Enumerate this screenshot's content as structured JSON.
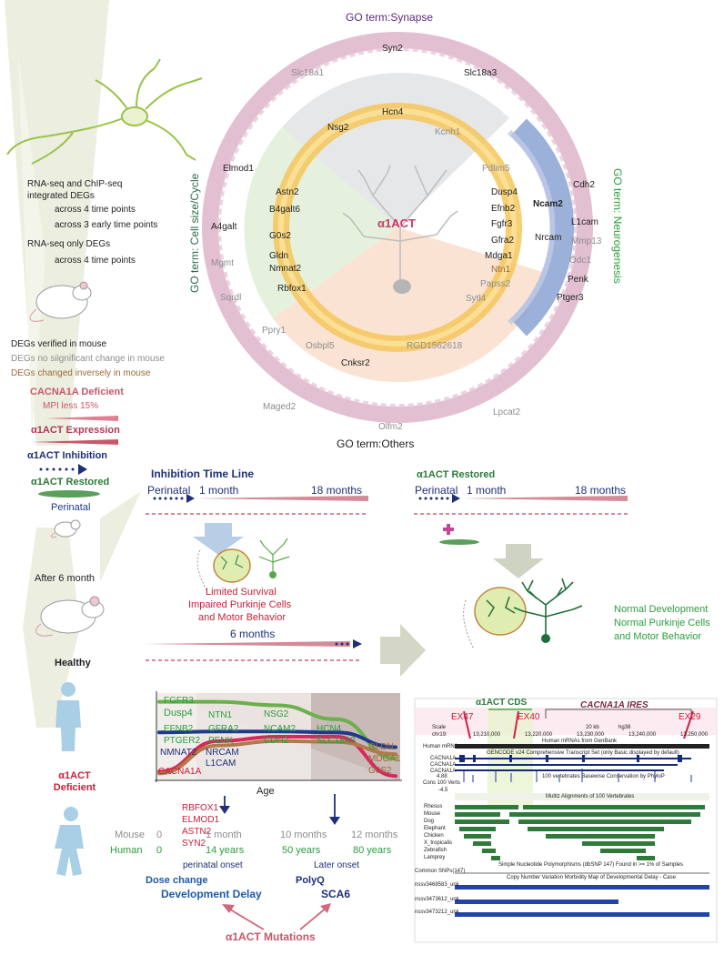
{
  "go_terms": {
    "synapse": "GO term:Synapse",
    "cell_size": "GO term: Cell size/Cycle",
    "neurogenesis": "GO term: Neurogenesis",
    "others": "GO term:Others"
  },
  "center_label": "α1ACT",
  "genes": {
    "syn2": "Syn2",
    "slc18a1": "Slc18a1",
    "slc18a3": "Slc18a3",
    "hcn4": "Hcn4",
    "nsg2": "Nsg2",
    "kcnh1": "Kcnh1",
    "elmod1": "Elmod1",
    "pdlim5": "Pdlim5",
    "cdh2": "Cdh2",
    "astn2": "Astn2",
    "b4galt6": "B4galt6",
    "dusp4": "Dusp4",
    "ncam2": "Ncam2",
    "efnb2": "Efnb2",
    "fgfr3": "Fgfr3",
    "l1cam": "L1cam",
    "a4galt": "A4galt",
    "g0s2": "G0s2",
    "nrcam": "Nrcam",
    "gfra2": "Gfra2",
    "mmp13": "Mmp13",
    "mgmt": "Mgmt",
    "gldn": "Gldn",
    "nmnat2": "Nmnat2",
    "mdga1": "Mdga1",
    "odc1": "Odc1",
    "ntn1": "Ntn1",
    "rbfox1": "Rbfox1",
    "papss2": "Papss2",
    "penk": "Penk",
    "sqrdl": "Sqrdl",
    "sytl4": "Sytl4",
    "ptger3": "Ptger3",
    "ppry1": "Ppry1",
    "osbpl5": "Osbpl5",
    "rgd": "RGD1562618",
    "cnksr2": "Cnksr2",
    "maged2": "Maged2",
    "olfm2": "Olfm2",
    "lpcat2": "Lpcat2"
  },
  "legend": {
    "integrated": "RNA-seq and ChIP-seq integrated DEGs",
    "across4": "across 4 time points",
    "across3": "across 3 early time points",
    "rnaonly": "RNA-seq only DEGs",
    "across4b": "across 4 time points",
    "verified": "DEGs  verified in mouse",
    "nochange": "DEGs no siignificant change in mouse",
    "inverse": "DEGs changed inversely in mouse"
  },
  "left_panel": {
    "cacna1a_deficient": "CACNA1A Deficient",
    "mpi": "MPI less 15%",
    "expression": "α1ACT Expression",
    "inhibition": "α1ACT Inhibition",
    "restored": "α1ACT Restored",
    "perinatal": "Perinatal",
    "after6": "After 6 month",
    "healthy": "Healthy",
    "deficient": "α1ACT Deficient"
  },
  "timeline": {
    "title": "Inhibition Time Line",
    "perinatal": "Perinatal",
    "one_month": "1 month",
    "eighteen": "18 months",
    "restored_title": "α1ACT Restored",
    "perinatal2": "Perinatal",
    "one_month2": "1 month",
    "eighteen2": "18 months",
    "limited": [
      "Limited Survival",
      "Impaired Purkinje Cells",
      "and Motor Behavior"
    ],
    "normal": [
      "Normal Development",
      "Normal Purkinje Cells",
      "and Motor Behavior"
    ],
    "six_months": "6 months"
  },
  "chart_data": {
    "type": "line",
    "title": "",
    "xlabel": "Age",
    "ylabel": "",
    "x_rows": [
      {
        "label": "Mouse",
        "ticks": [
          "0",
          "1 month",
          "10 months",
          "12 months"
        ]
      },
      {
        "label": "Human",
        "ticks": [
          "0",
          "14 years",
          "50 years",
          "80 years"
        ]
      }
    ],
    "gene_labels": {
      "green": [
        "FGFR3",
        "Dusp4",
        "EFNB2",
        "PTGER2",
        "NTN1",
        "GFRA2",
        "PENK",
        "NSG2",
        "NCAM2",
        "CDH2",
        "HCN4",
        "SLC18A3"
      ],
      "navy": [
        "NMNAT2",
        "NRCAM",
        "L1CAM"
      ],
      "red": [
        "CACNA1A",
        "RBFOX1",
        "ELMOD1",
        "ASTN2",
        "SYN2"
      ],
      "brown": [
        "GLDN",
        "MDGA1",
        "G0S2"
      ]
    },
    "series": [
      {
        "color": "#6ab04c",
        "values": [
          0.9,
          0.9,
          0.86,
          0.7,
          0.25
        ]
      },
      {
        "color": "#1f3a8a",
        "values": [
          0.55,
          0.56,
          0.56,
          0.55,
          0.38
        ]
      },
      {
        "color": "#d6285a",
        "values": [
          0.1,
          0.45,
          0.5,
          0.5,
          0.05
        ]
      },
      {
        "color": "#b07a4a",
        "values": [
          0.08,
          0.4,
          0.45,
          0.44,
          0.3
        ]
      }
    ]
  },
  "outcomes": {
    "perinatal_onset": "perinatal onset",
    "later_onset": "Later onset",
    "dose_change": "Dose change",
    "polyq": "PolyQ",
    "dev_delay": "Development Delay",
    "sca6": "SCA6",
    "mutations": "α1ACT  Mutations"
  },
  "browser": {
    "cds": "α1ACT CDS",
    "ex47": "EX47",
    "ex40": "EX40",
    "ires": "CACNA1A IRES",
    "ex29": "EX29",
    "scale": "Scale",
    "chr": "chr19:",
    "kb": "20 kb",
    "hg": "hg38",
    "pos1": "13,210,000",
    "pos2": "13,220,000",
    "pos3": "13,230,000",
    "pos4": "13,240,000",
    "pos5": "13,250,000",
    "human_mrnas_track": "Human mRNAs from GenBank",
    "human_mrnas": "Human mRNAs",
    "gencode": "GENCODE v24 Comprehensive Transcript Set (only Basic displayed by default)",
    "cacna1a_a": "CACNA1A",
    "cacna1a_b": "CACNA1A",
    "cacna1a_c": "CACNA1A",
    "cons_val": "4.88",
    "cons_title": "100 vertebrates Basewise Conservation by PhyloP",
    "cons": "Cons 100 Verts",
    "cons_neg": "-4.5",
    "multiz": "Multiz Alignments of 100 Vertebrates",
    "species": [
      "Rhesus",
      "Mouse",
      "Dog",
      "Elephant",
      "Chicken",
      "X_tropicalis",
      "Zebrafish",
      "Lamprey"
    ],
    "snp_title": "Simple Nucleotide Polymorphisms (dbSNP 147) Found in >= 1% of Samples",
    "snp": "Common SNPs(147)",
    "cnv_title": "Copy Number Variation Morbidity Map of Developmental Delay - Case",
    "nssv1": "nssv3468583_unk",
    "nssv2": "nssv3473612_unk",
    "nssv3": "nssv3473212_unk"
  }
}
